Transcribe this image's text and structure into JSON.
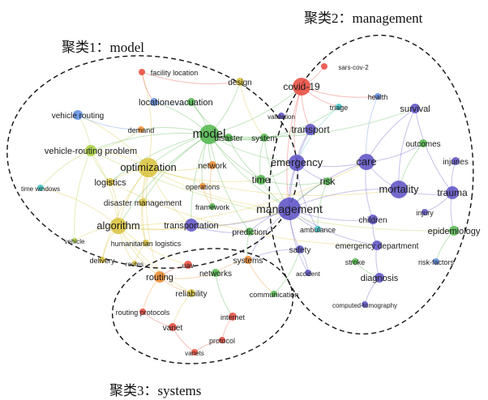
{
  "clusters": [
    {
      "id": 1,
      "title": "聚类1：model"
    },
    {
      "id": 2,
      "title": "聚类2：management"
    },
    {
      "id": 3,
      "title": "聚类3：systems"
    }
  ],
  "colors": {
    "red": "#e8473a",
    "orange": "#f08a2c",
    "yellow": "#d9c23a",
    "lime": "#a6cf3c",
    "green": "#4fb54a",
    "teal": "#3ec2c7",
    "blue": "#5a8be0",
    "purple": "#5b4fc4",
    "cluster_border": "#111111"
  },
  "nodes": [
    {
      "label": "model",
      "color": "green"
    },
    {
      "label": "optimization",
      "color": "yellow"
    },
    {
      "label": "algorithm",
      "color": "yellow"
    },
    {
      "label": "vehicle-routing problem",
      "color": "lime"
    },
    {
      "label": "vehicle routing",
      "color": "blue"
    },
    {
      "label": "logistics",
      "color": "yellow"
    },
    {
      "label": "facility location",
      "color": "red"
    },
    {
      "label": "location",
      "color": "blue"
    },
    {
      "label": "evacuation",
      "color": "green"
    },
    {
      "label": "design",
      "color": "yellow"
    },
    {
      "label": "demand",
      "color": "orange"
    },
    {
      "label": "disaster",
      "color": "green"
    },
    {
      "label": "system",
      "color": "green"
    },
    {
      "label": "network",
      "color": "orange"
    },
    {
      "label": "time",
      "color": "green"
    },
    {
      "label": "time windows",
      "color": "teal"
    },
    {
      "label": "disaster management",
      "color": "yellow"
    },
    {
      "label": "operations",
      "color": "orange"
    },
    {
      "label": "framework",
      "color": "green"
    },
    {
      "label": "transportation",
      "color": "purple"
    },
    {
      "label": "humanitarian logistics",
      "color": "yellow"
    },
    {
      "label": "vehicle",
      "color": "lime"
    },
    {
      "label": "delivery",
      "color": "yellow"
    },
    {
      "label": "routes",
      "color": "yellow"
    },
    {
      "label": "prediction",
      "color": "green"
    },
    {
      "label": "validation",
      "color": "purple"
    },
    {
      "label": "covid-19",
      "color": "red"
    },
    {
      "label": "sars-cov-2",
      "color": "red"
    },
    {
      "label": "health",
      "color": "blue"
    },
    {
      "label": "triage",
      "color": "teal"
    },
    {
      "label": "survival",
      "color": "purple"
    },
    {
      "label": "transport",
      "color": "purple"
    },
    {
      "label": "emergency",
      "color": "purple"
    },
    {
      "label": "care",
      "color": "purple"
    },
    {
      "label": "outcomes",
      "color": "green"
    },
    {
      "label": "injuries",
      "color": "purple"
    },
    {
      "label": "risk",
      "color": "green"
    },
    {
      "label": "mortality",
      "color": "purple"
    },
    {
      "label": "trauma",
      "color": "purple"
    },
    {
      "label": "management",
      "color": "purple"
    },
    {
      "label": "injury",
      "color": "purple"
    },
    {
      "label": "children",
      "color": "purple"
    },
    {
      "label": "ambulance",
      "color": "teal"
    },
    {
      "label": "epidemiology",
      "color": "green"
    },
    {
      "label": "safety",
      "color": "purple"
    },
    {
      "label": "emergency department",
      "color": "purple"
    },
    {
      "label": "risk-factors",
      "color": "blue"
    },
    {
      "label": "stroke",
      "color": "green"
    },
    {
      "label": "accident",
      "color": "purple"
    },
    {
      "label": "diagnosis",
      "color": "purple"
    },
    {
      "label": "computed-tomography",
      "color": "purple"
    },
    {
      "label": "systems",
      "color": "orange"
    },
    {
      "label": "uav",
      "color": "red"
    },
    {
      "label": "routing",
      "color": "orange"
    },
    {
      "label": "networks",
      "color": "green"
    },
    {
      "label": "reliability",
      "color": "yellow"
    },
    {
      "label": "communication",
      "color": "green"
    },
    {
      "label": "routing protocols",
      "color": "red"
    },
    {
      "label": "internet",
      "color": "red"
    },
    {
      "label": "vanet",
      "color": "red"
    },
    {
      "label": "protocol",
      "color": "red"
    },
    {
      "label": "vanets",
      "color": "red"
    }
  ]
}
